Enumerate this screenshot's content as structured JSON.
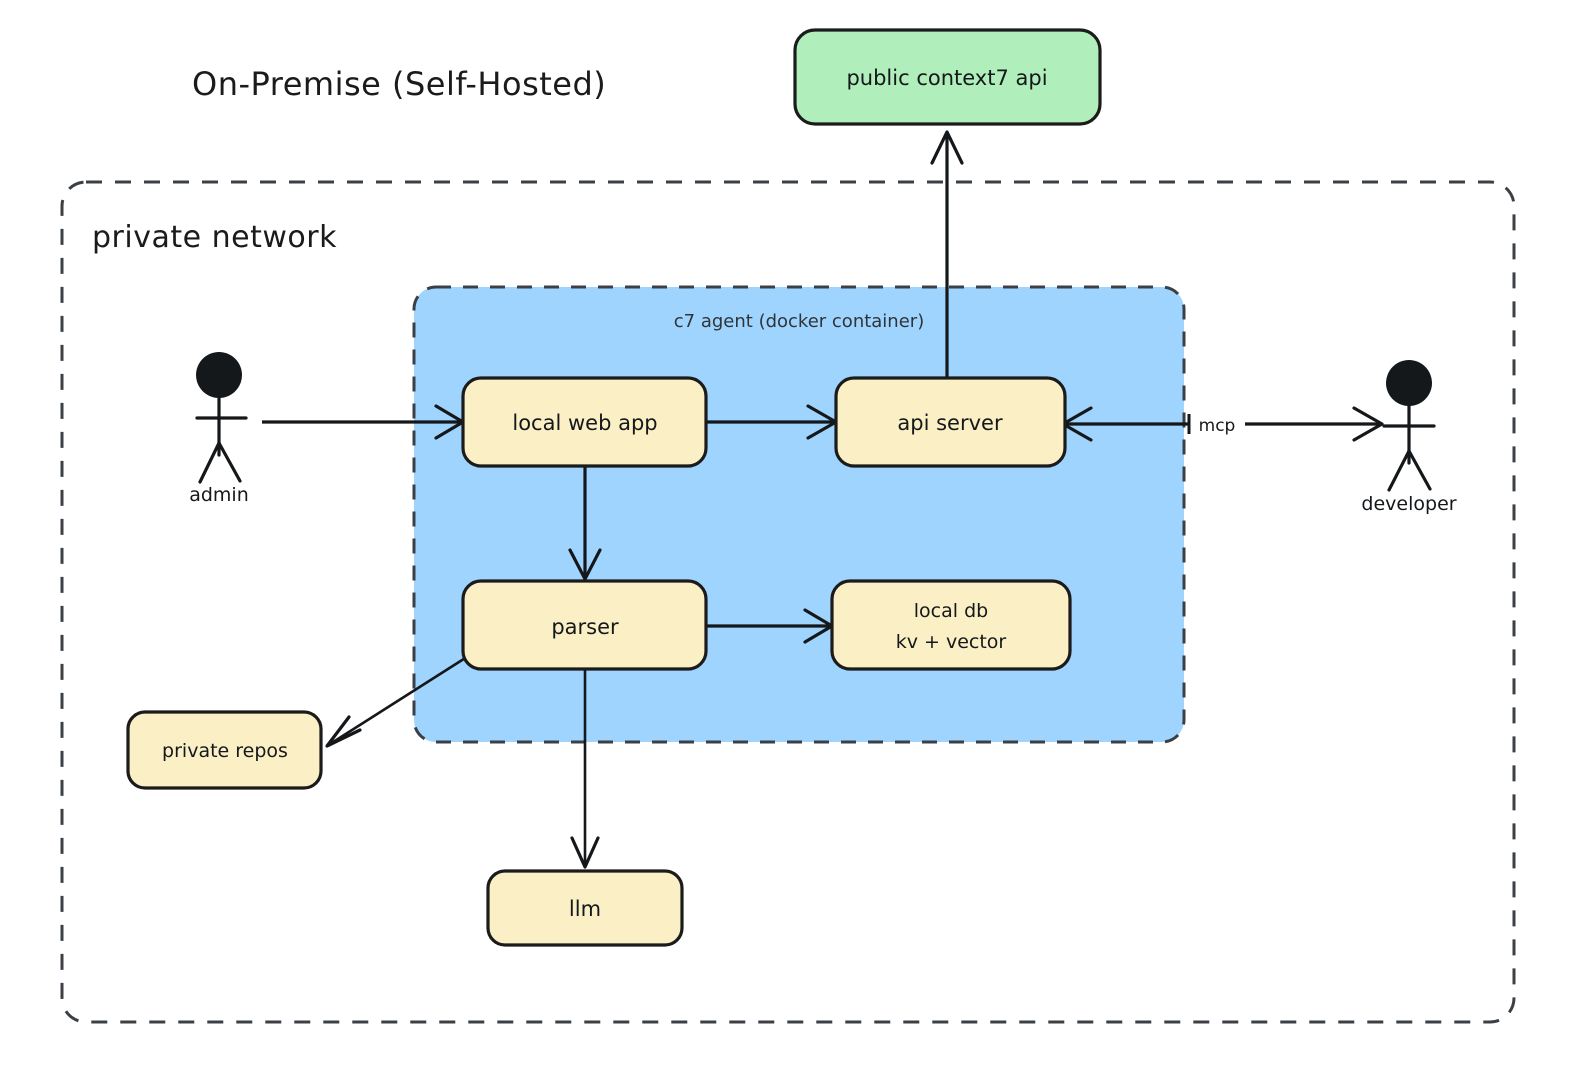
{
  "diagram": {
    "title": "On-Premise (Self-Hosted)",
    "type": "architecture-diagram",
    "background": "#ffffff"
  },
  "colors": {
    "node_fill": "#fbefc5",
    "node_stroke": "#1b1b1b",
    "external_fill": "#b0efbc",
    "container_fill": "#9fd4ff",
    "dashed_stroke": "#3a4045",
    "text": "#15181a",
    "container_label_text": "#2f3438"
  },
  "zones": {
    "private_network": {
      "label": "private network",
      "style": "dashed-rounded"
    },
    "c7_agent": {
      "label": "c7 agent (docker container)",
      "style": "dashed-rounded-filled",
      "fill": "#9fd4ff"
    }
  },
  "nodes": [
    {
      "id": "public_api",
      "label": "public context7 api",
      "fill": "#b0efbc",
      "zone": "external"
    },
    {
      "id": "local_web_app",
      "label": "local web app",
      "fill": "#fbefc5",
      "zone": "c7_agent"
    },
    {
      "id": "api_server",
      "label": "api server",
      "fill": "#fbefc5",
      "zone": "c7_agent"
    },
    {
      "id": "parser",
      "label": "parser",
      "fill": "#fbefc5",
      "zone": "c7_agent"
    },
    {
      "id": "local_db",
      "label_line1": "local db",
      "label_line2": "kv + vector",
      "fill": "#fbefc5",
      "zone": "c7_agent"
    },
    {
      "id": "private_repos",
      "label": "private repos",
      "fill": "#fbefc5",
      "zone": "private_network"
    },
    {
      "id": "llm",
      "label": "llm",
      "fill": "#fbefc5",
      "zone": "private_network"
    }
  ],
  "actors": [
    {
      "id": "admin",
      "label": "admin"
    },
    {
      "id": "developer",
      "label": "developer"
    }
  ],
  "edges": [
    {
      "from": "admin",
      "to": "local_web_app",
      "label": "",
      "direction": "forward"
    },
    {
      "from": "local_web_app",
      "to": "api_server",
      "label": "",
      "direction": "forward"
    },
    {
      "from": "local_web_app",
      "to": "parser",
      "label": "",
      "direction": "forward"
    },
    {
      "from": "api_server",
      "to": "public_api",
      "label": "",
      "direction": "forward"
    },
    {
      "from": "api_server",
      "to": "developer",
      "label": "mcp",
      "direction": "both"
    },
    {
      "from": "parser",
      "to": "local_db",
      "label": "",
      "direction": "forward"
    },
    {
      "from": "parser",
      "to": "private_repos",
      "label": "",
      "direction": "forward"
    },
    {
      "from": "parser",
      "to": "llm",
      "label": "",
      "direction": "forward"
    }
  ]
}
